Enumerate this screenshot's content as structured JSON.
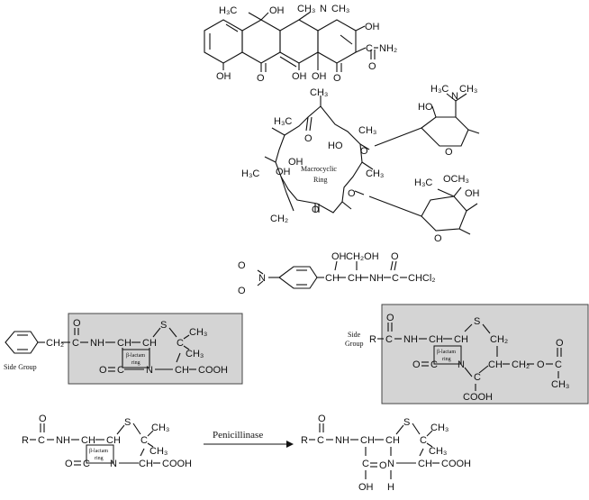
{
  "tetracycline": {
    "h3c": "H₃C",
    "oh_top": "OH",
    "ch3n": "CH₃",
    "n": "N",
    "ch3_r": "CH₃",
    "oh_r": "OH",
    "oh_bl": "OH",
    "oh_b": "OH",
    "oh_bm": "OH",
    "o1": "O",
    "o2": "O",
    "conh2": "C",
    "o3": "O",
    "nh2": "NH₂"
  },
  "macrolide": {
    "h3c_1": "H₃C",
    "h3c_2": "H₃C",
    "o_keto": "O",
    "ho_1": "HO",
    "oh_1": "OH",
    "oh_2": "OH",
    "ch3_1": "CH₃",
    "ch3_2": "CH₃",
    "ch3_3": "CH₃",
    "ch2": "CH₂",
    "o_ring1": "O",
    "o_ring2": "O",
    "o_lact": "O",
    "macro_1": "Macrocyclic",
    "macro_2": "Ring",
    "n": "N",
    "nh3c": "H₃C",
    "nch3": "CH₃",
    "ho_s": "HO",
    "o_s": "O",
    "och3": "OCH₃",
    "h3c_s": "H₃C",
    "oh_s2": "OH",
    "o_s2": "O"
  },
  "chloramphenicol": {
    "o1": "O",
    "n": "N",
    "o2": "O",
    "oh": "OH",
    "ch2oh": "CH₂OH",
    "ch1": "CH",
    "ch2": "CH",
    "nh": "NH",
    "c": "C",
    "o3": "O",
    "chcl2": "CHCl₂"
  },
  "penicillin": {
    "side_group": "Side Group",
    "ch2": "CH₂",
    "c": "C",
    "o": "O",
    "nh": "NH",
    "ch1": "CH",
    "ch2b": "CH",
    "s": "S",
    "c2": "C",
    "ch3a": "CH₃",
    "ch3b": "CH₃",
    "beta": "β-lactam",
    "ring": "ring",
    "c3": "C",
    "o3": "O",
    "n": "N",
    "ch4": "CH",
    "cooh": "COOH"
  },
  "cephalosporin": {
    "side_group_1": "Side",
    "side_group_2": "Group",
    "r": "R",
    "c": "C",
    "o": "O",
    "nh": "NH",
    "ch1": "CH",
    "ch2": "CH",
    "s": "S",
    "ch2b": "CH₂",
    "beta": "β-lactam",
    "ring": "ring",
    "c3": "C",
    "o3": "O",
    "n": "N",
    "c4": "C",
    "ch4": "CH",
    "ch2c": "CH₂",
    "o4": "O",
    "c5": "C",
    "o5": "O",
    "ch3": "CH₃",
    "cooh": "COOH"
  },
  "reaction": {
    "enzyme": "Penicillinase",
    "left": {
      "r": "R",
      "c": "C",
      "o": "O",
      "nh": "NH",
      "ch1": "CH",
      "ch2": "CH",
      "s": "S",
      "c2": "C",
      "ch3a": "CH₃",
      "ch3b": "CH₃",
      "beta": "β-lactam",
      "ring": "ring",
      "o3": "O",
      "c3": "C",
      "n": "N",
      "ch4": "CH",
      "cooh": "COOH"
    },
    "right": {
      "r": "R",
      "c": "C",
      "o": "O",
      "nh": "NH",
      "ch1": "CH",
      "ch2": "CH",
      "s": "S",
      "c2": "C",
      "ch3a": "CH₃",
      "ch3b": "CH₃",
      "c3": "C",
      "o3": "O",
      "oh": "OH",
      "n": "N",
      "h": "H",
      "ch4": "CH",
      "cooh": "COOH"
    }
  }
}
